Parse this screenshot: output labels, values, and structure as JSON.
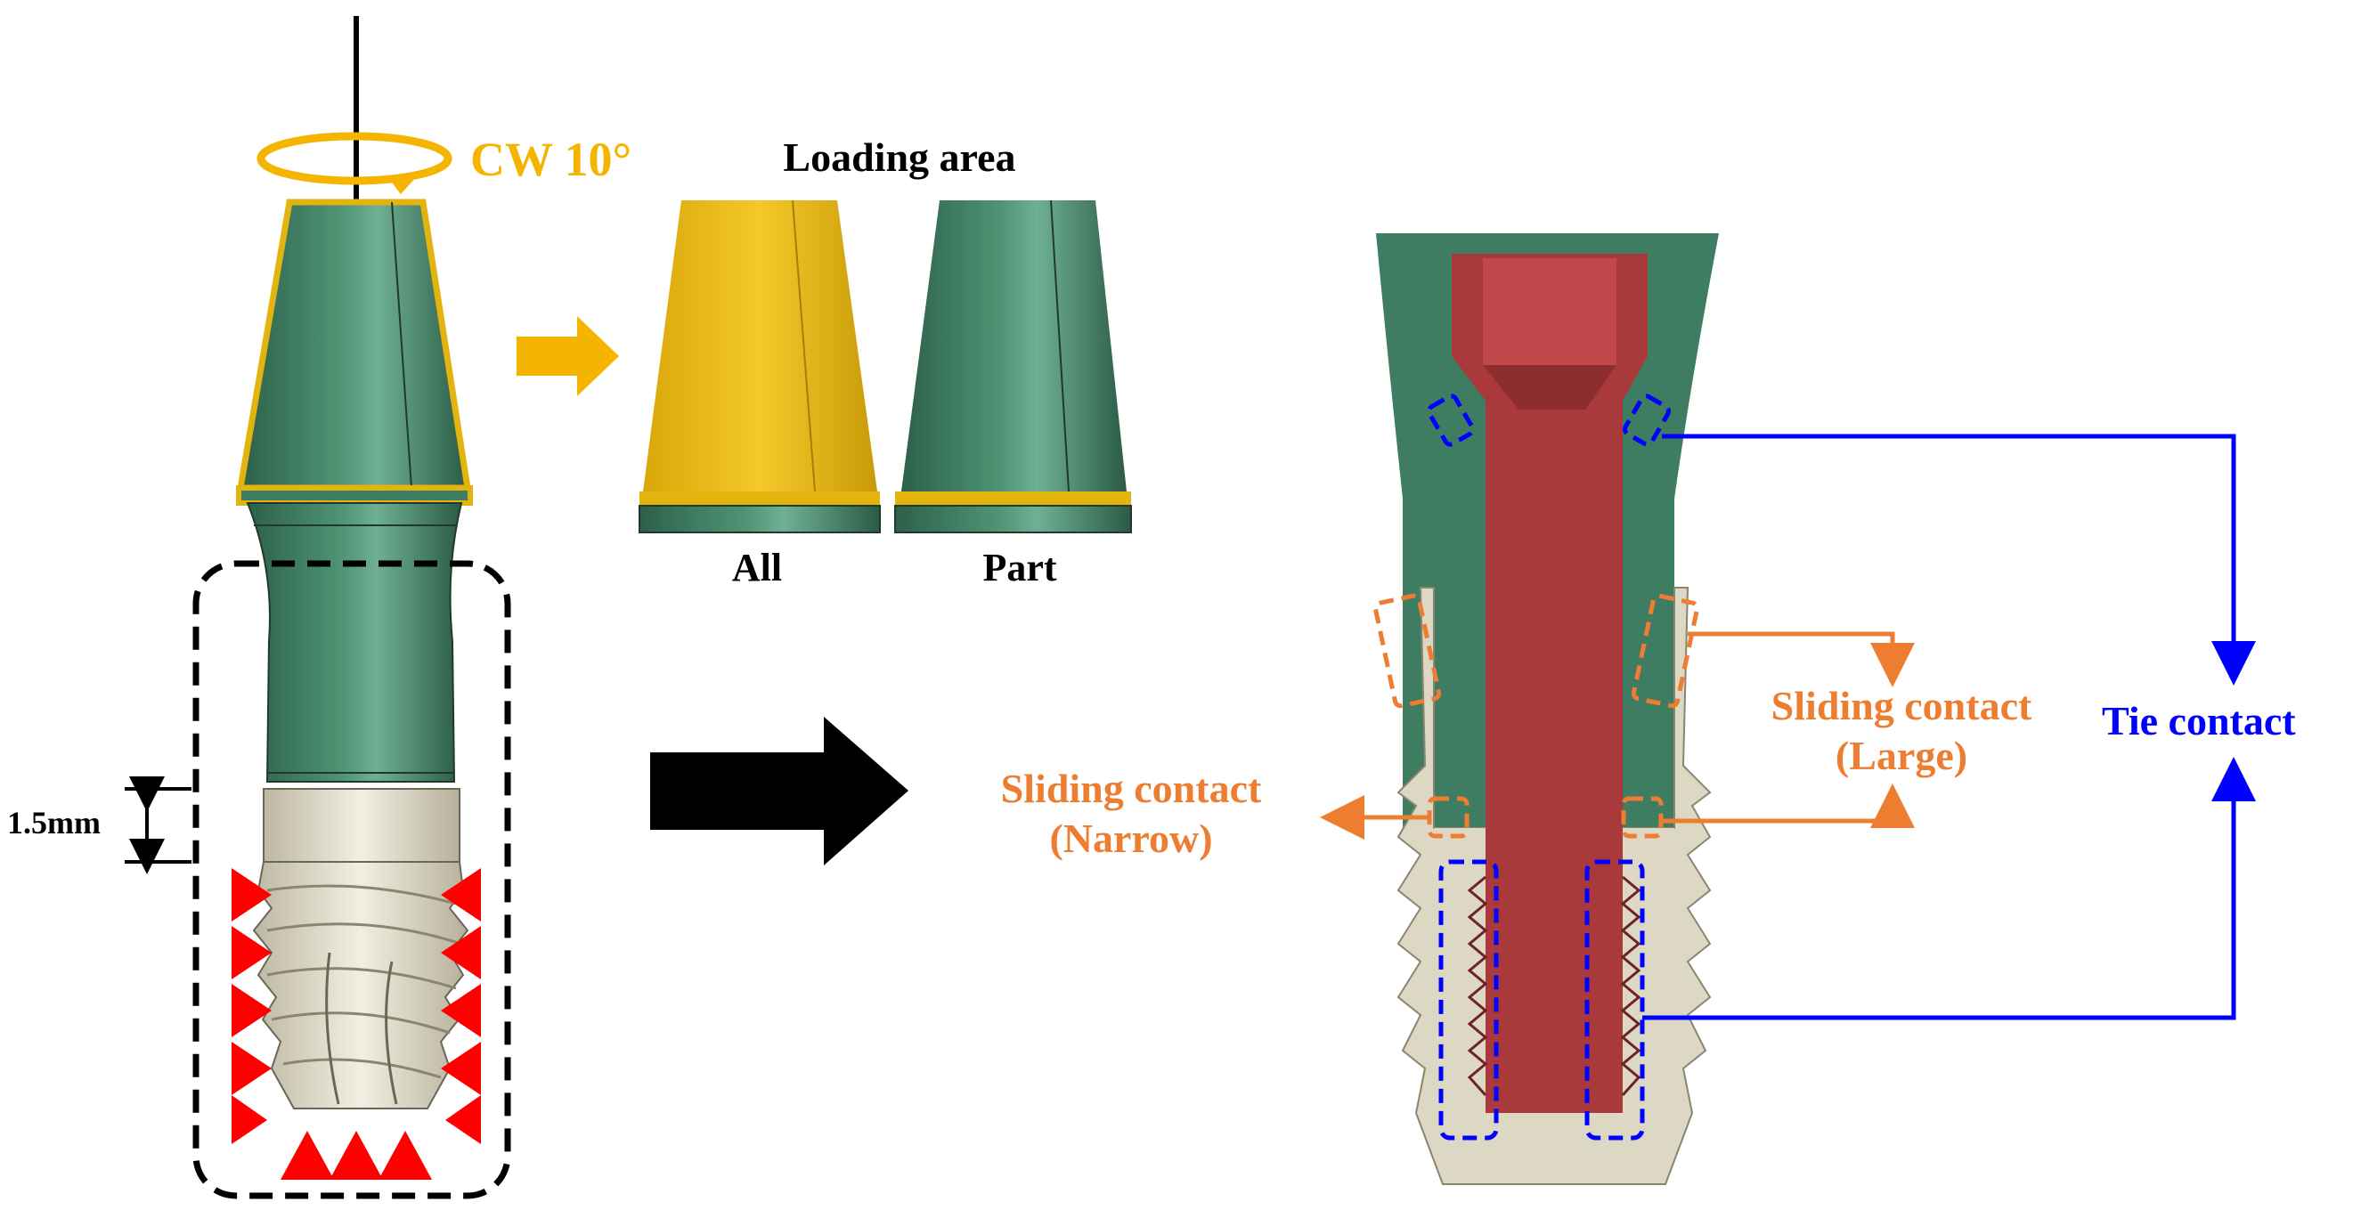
{
  "colors": {
    "abutment_green": "#3f7d63",
    "loading_yellow": "#e3b40f",
    "rotation_orange": "#f5b400",
    "implant_beige": "#ddd8c4",
    "screw_red": "#a9393b",
    "sliding_orange": "#ed7d31",
    "tie_blue": "#0000ff",
    "boundary_red": "#ff0000",
    "arrow_black": "#000000"
  },
  "labels": {
    "rotation": "CW 10°",
    "loading_area": "Loading area",
    "all": "All",
    "part": "Part",
    "dimension": "1.5mm",
    "sliding_narrow_line1": "Sliding contact",
    "sliding_narrow_line2": "(Narrow)",
    "sliding_large_line1": "Sliding contact",
    "sliding_large_line2": "(Large)",
    "tie_contact": "Tie contact"
  },
  "icons": {
    "rotation_arrow": "circular-arrow-icon",
    "step_arrow": "right-arrow-icon",
    "boundary_marks": "triangle-icon"
  }
}
